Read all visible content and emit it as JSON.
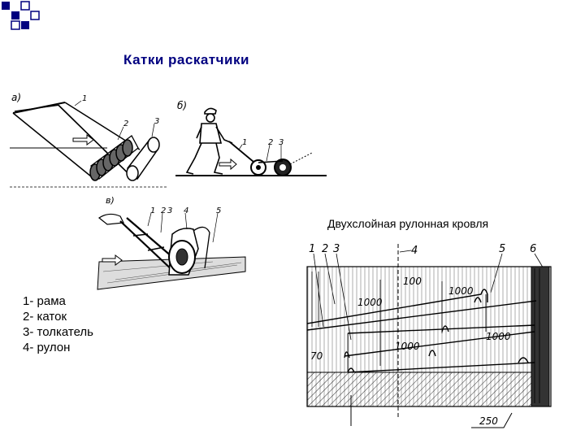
{
  "slide": {
    "title": "Катки раскатчики",
    "accent_color": "#000080"
  },
  "legend": {
    "items": [
      "1- рама",
      "2- каток",
      "3- толкатель",
      "4- рулон"
    ]
  },
  "figures": {
    "a": {
      "panel_label": "а)",
      "callouts": [
        "1",
        "2",
        "3"
      ]
    },
    "b": {
      "panel_label": "б)",
      "callouts": [
        "1",
        "2",
        "3"
      ]
    },
    "v": {
      "panel_label": "в)",
      "callouts": [
        "1",
        "2",
        "3",
        "4",
        "5"
      ]
    }
  },
  "roof": {
    "caption": "Двухслойная рулонная кровля",
    "callouts": [
      "1",
      "2",
      "3",
      "4",
      "5",
      "6"
    ],
    "dims": [
      "100",
      "1000",
      "1000",
      "1000",
      "1000",
      "70",
      "250"
    ]
  }
}
